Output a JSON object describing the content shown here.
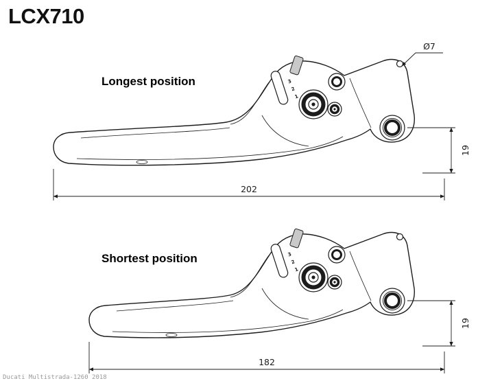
{
  "title": "LCX710",
  "watermark": "Ducati Multistrada-1260 2018",
  "top": {
    "label": "Longest position",
    "length_mm": "202",
    "height_mm": "19",
    "hole_diameter": "Ø7",
    "dial": [
      "3",
      "2",
      "1"
    ]
  },
  "bottom": {
    "label": "Shortest position",
    "length_mm": "182",
    "height_mm": "19",
    "dial": [
      "3",
      "2",
      "1"
    ]
  },
  "colors": {
    "line": "#1c1c1c",
    "fill_light": "#c9c9c9",
    "watermark": "#9a9a9a",
    "background": "#ffffff"
  }
}
